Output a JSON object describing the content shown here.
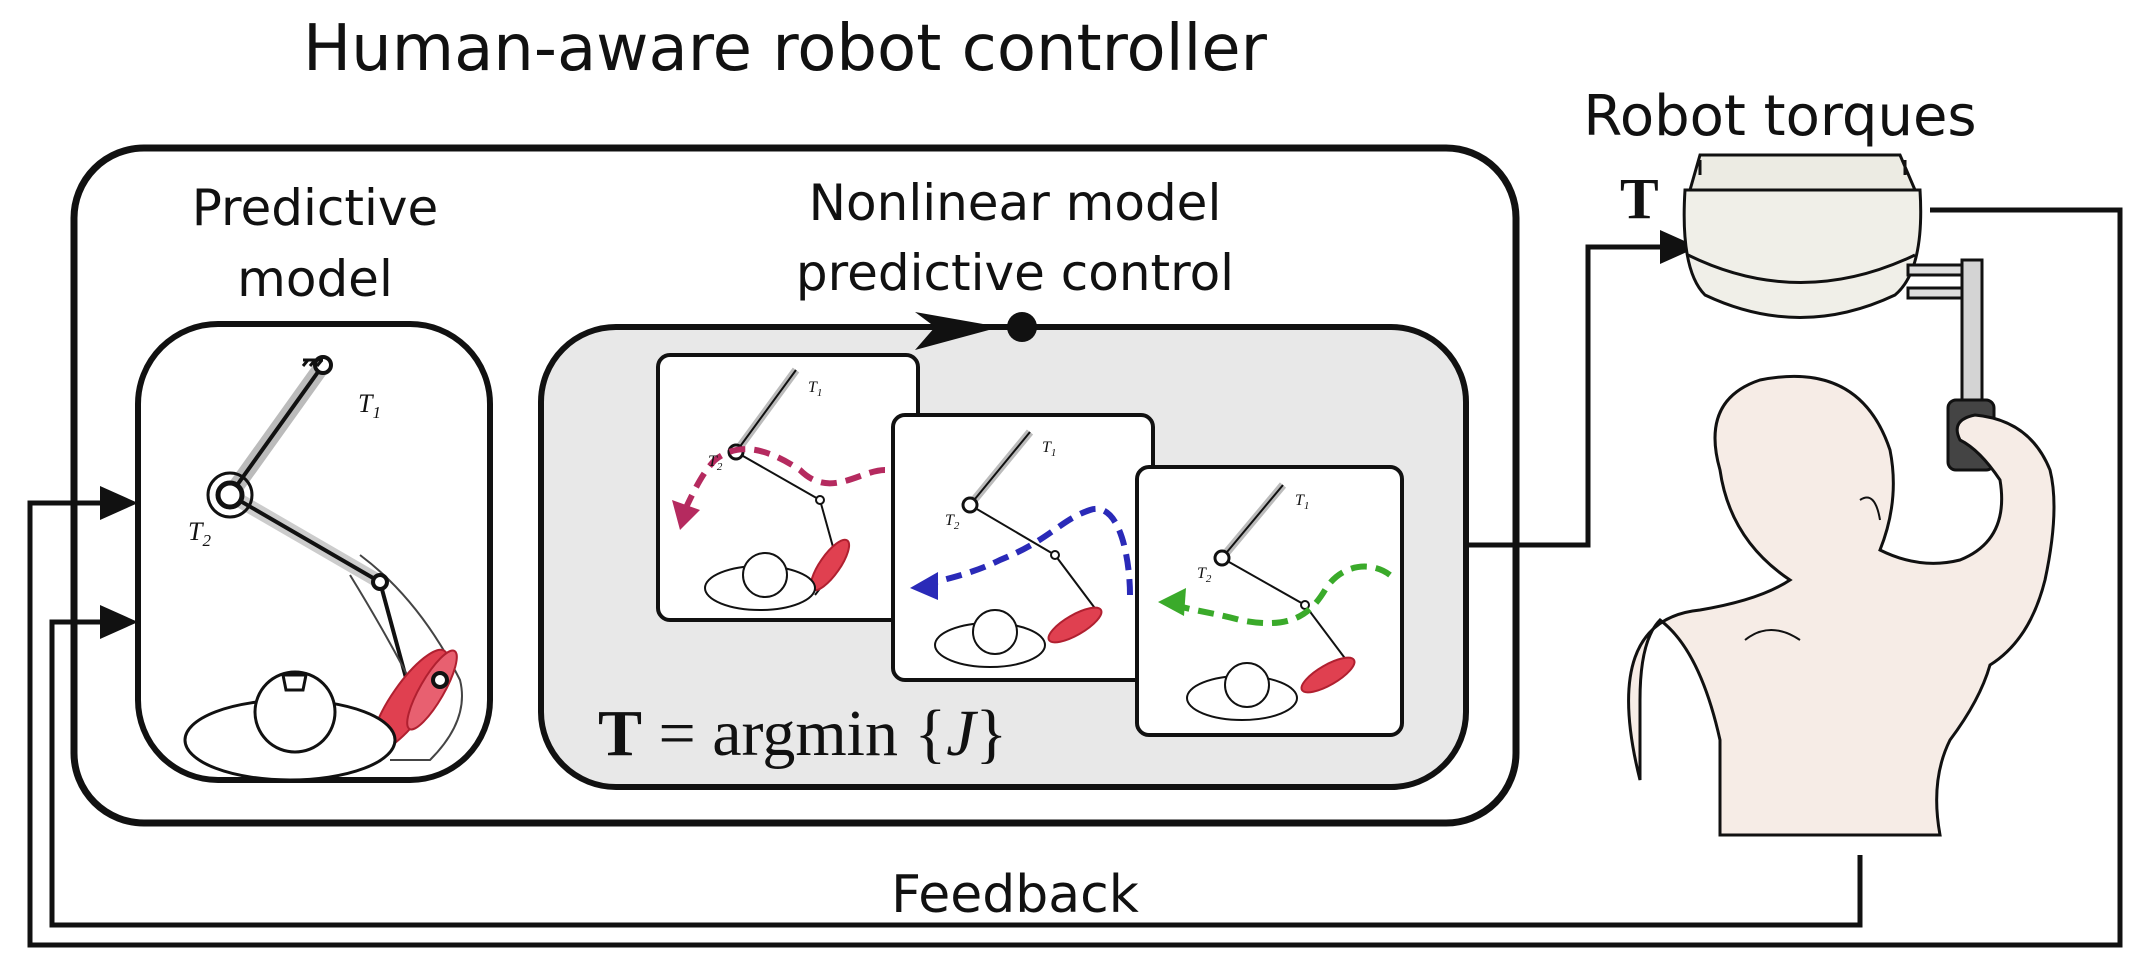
{
  "title": "Human-aware robot controller",
  "predictive_model": {
    "line1": "Predictive",
    "line2": "model",
    "t1": "T",
    "t1_sub": "1",
    "t2": "T",
    "t2_sub": "2"
  },
  "nmpc": {
    "line1": "Nonlinear model",
    "line2": "predictive control"
  },
  "formula": {
    "bold_T": "T",
    "rest": " = argmin {",
    "J": "J",
    "close": "}"
  },
  "robot": {
    "label": "Robot torques",
    "symbol": "T"
  },
  "feedback": "Feedback",
  "colors": {
    "trajectory_1": "#b52a5f",
    "trajectory_2": "#2a2ab8",
    "trajectory_3": "#3aaa2a",
    "panel_fill": "#e8e8e8",
    "muscle": "#e04050",
    "skin": "#f6ece6"
  }
}
